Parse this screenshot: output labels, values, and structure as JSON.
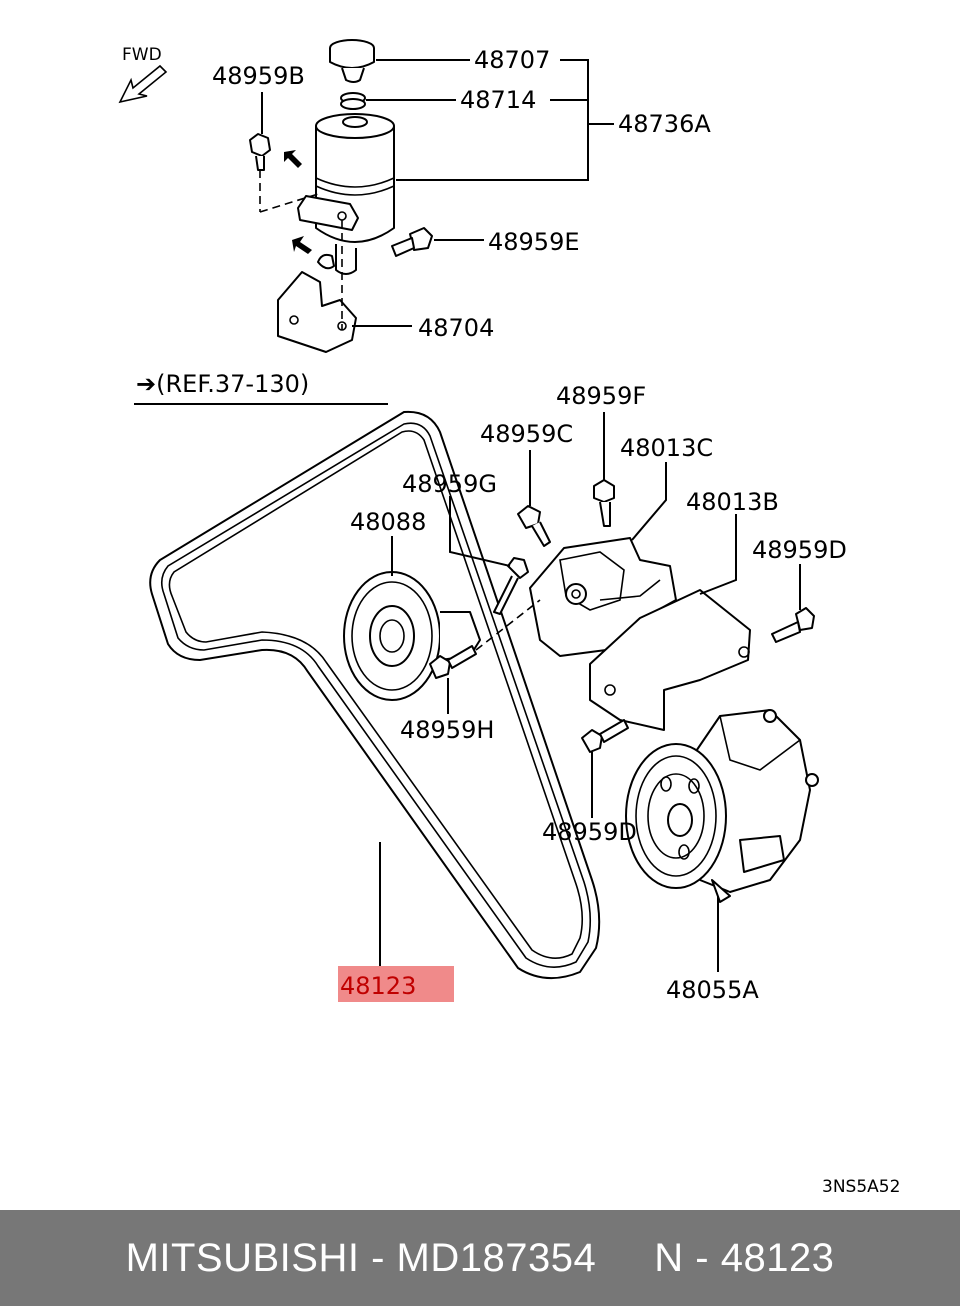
{
  "diagram": {
    "fwd_label": "FWD",
    "ref_label": "➔(REF.37-130)",
    "drawing_code": "3NS5A52",
    "highlight_color": "#f08a8a",
    "callouts": {
      "p48707": "48707",
      "p48714": "48714",
      "p48736A": "48736A",
      "p48959B": "48959B",
      "p48959E": "48959E",
      "p48704": "48704",
      "p48959F": "48959F",
      "p48959C": "48959C",
      "p48013C": "48013C",
      "p48959G": "48959G",
      "p48013B": "48013B",
      "p48088": "48088",
      "p48959D_top": "48959D",
      "p48959H": "48959H",
      "p48959D_bottom": "48959D",
      "p48123": "48123",
      "p48055A": "48055A"
    }
  },
  "footer": {
    "text": "MITSUBISHI - MD187354     N - 48123"
  }
}
